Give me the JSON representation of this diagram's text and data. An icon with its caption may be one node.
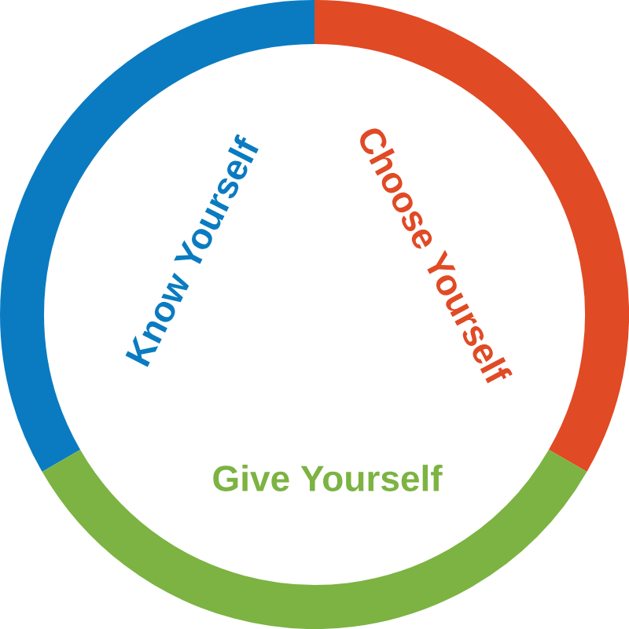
{
  "diagram": {
    "labels": [
      "Know Yourself",
      "Choose Yourself",
      "Give Yourself"
    ]
  }
}
